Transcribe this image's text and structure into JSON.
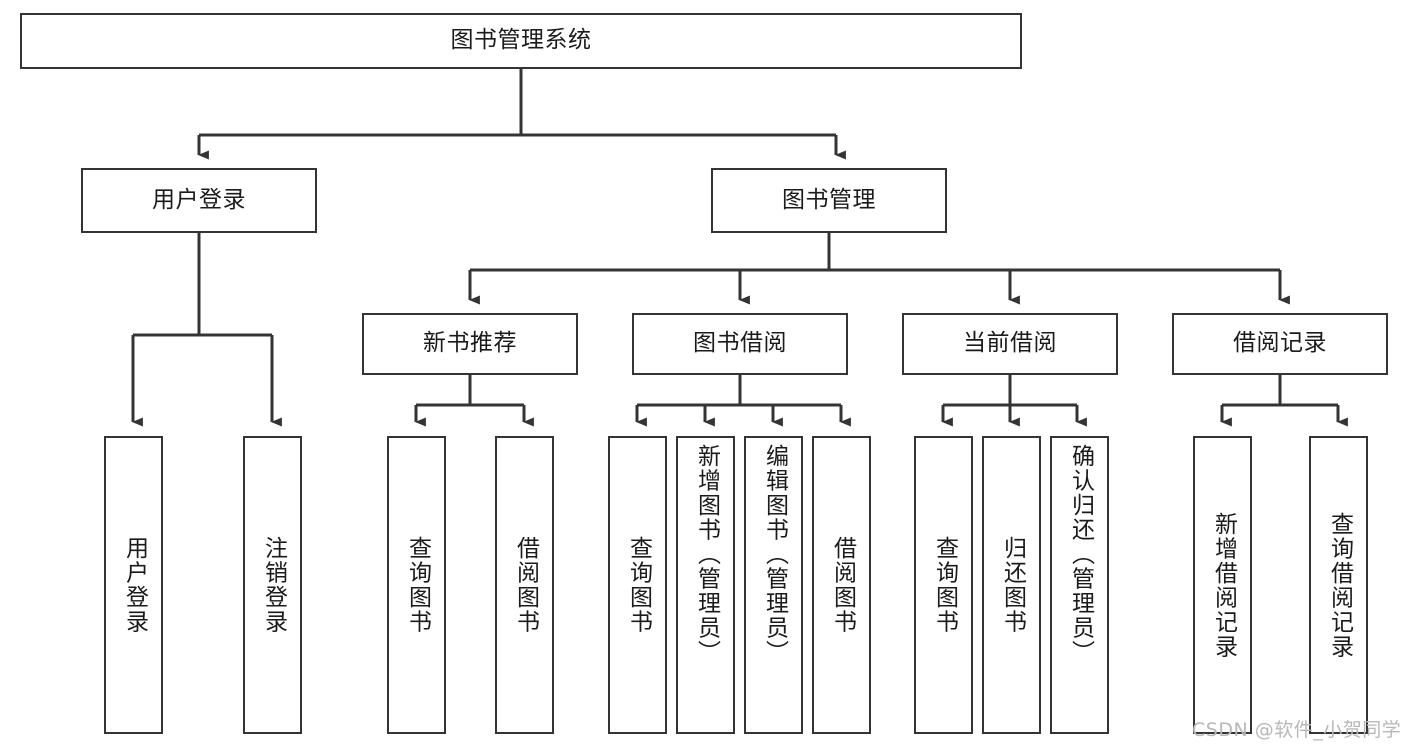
{
  "diagram": {
    "type": "tree-hierarchy-chart",
    "title_node": "图书管理系统",
    "colors": {
      "box_border": "#343434",
      "box_fill": "#ffffff",
      "line": "#343434",
      "text": "#1b1b1b",
      "watermark": "#b8b8b8"
    },
    "levels": {
      "level1": [
        "图书管理系统"
      ],
      "level2": [
        "用户登录",
        "图书管理"
      ],
      "level3": [
        "新书推荐",
        "图书借阅",
        "当前借阅",
        "借阅记录"
      ],
      "level4": [
        "用户登录",
        "注销登录",
        "查询图书",
        "借阅图书",
        "查询图书",
        "新增图书（管理员）",
        "编辑图书（管理员）",
        "借阅图书",
        "查询图书",
        "归还图书",
        "确认归还（管理员）",
        "新增借阅记录",
        "查询借阅记录"
      ]
    },
    "nodes": {
      "root": {
        "label": "图书管理系统"
      },
      "user_login": {
        "label": "用户登录"
      },
      "book_manage": {
        "label": "图书管理"
      },
      "new_book_rec": {
        "label": "新书推荐"
      },
      "book_borrow": {
        "label": "图书借阅"
      },
      "current_borrow": {
        "label": "当前借阅"
      },
      "borrow_record": {
        "label": "借阅记录"
      },
      "leaf_user_login": {
        "label": "用户登录"
      },
      "leaf_logout": {
        "label": "注销登录"
      },
      "leaf_query_book_a": {
        "label": "查询图书"
      },
      "leaf_borrow_book_a": {
        "label": "借阅图书"
      },
      "leaf_query_book_b": {
        "label": "查询图书"
      },
      "leaf_add_book_admin": {
        "label": "新增图书（管理员）"
      },
      "leaf_edit_book_admin": {
        "label": "编辑图书（管理员）"
      },
      "leaf_borrow_book_b": {
        "label": "借阅图书"
      },
      "leaf_query_book_c": {
        "label": "查询图书"
      },
      "leaf_return_book": {
        "label": "归还图书"
      },
      "leaf_confirm_return_admin": {
        "label": "确认归还（管理员）"
      },
      "leaf_add_record": {
        "label": "新增借阅记录"
      },
      "leaf_query_record": {
        "label": "查询借阅记录"
      }
    },
    "edges": [
      {
        "from": "图书管理系统",
        "to": "用户登录"
      },
      {
        "from": "图书管理系统",
        "to": "图书管理"
      },
      {
        "from": "用户登录",
        "to": "用户登录"
      },
      {
        "from": "用户登录",
        "to": "注销登录"
      },
      {
        "from": "图书管理",
        "to": "新书推荐"
      },
      {
        "from": "图书管理",
        "to": "图书借阅"
      },
      {
        "from": "图书管理",
        "to": "当前借阅"
      },
      {
        "from": "图书管理",
        "to": "借阅记录"
      },
      {
        "from": "新书推荐",
        "to": "查询图书"
      },
      {
        "from": "新书推荐",
        "to": "借阅图书"
      },
      {
        "from": "图书借阅",
        "to": "查询图书"
      },
      {
        "from": "图书借阅",
        "to": "新增图书（管理员）"
      },
      {
        "from": "图书借阅",
        "to": "编辑图书（管理员）"
      },
      {
        "from": "图书借阅",
        "to": "借阅图书"
      },
      {
        "from": "当前借阅",
        "to": "查询图书"
      },
      {
        "from": "当前借阅",
        "to": "归还图书"
      },
      {
        "from": "当前借阅",
        "to": "确认归还（管理员）"
      },
      {
        "from": "借阅记录",
        "to": "新增借阅记录"
      },
      {
        "from": "借阅记录",
        "to": "查询借阅记录"
      }
    ],
    "watermark": "CSDN @软件_小贺同学"
  }
}
